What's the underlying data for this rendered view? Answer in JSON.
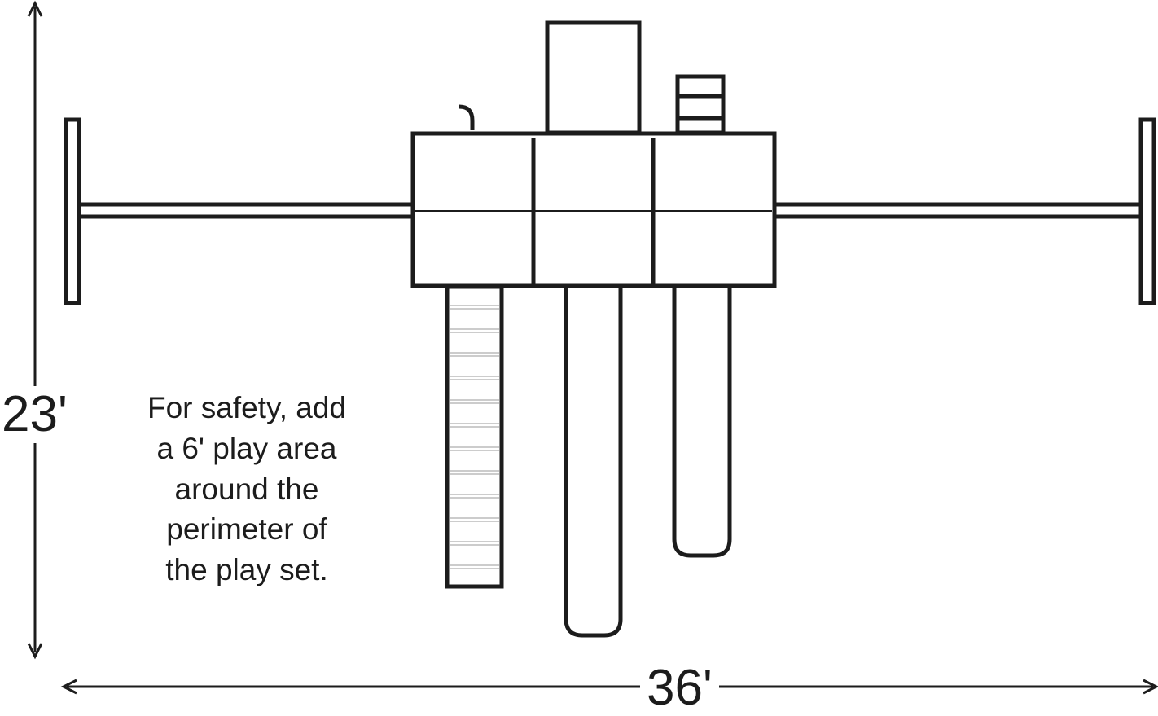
{
  "dimensions": {
    "height_label": "23'",
    "width_label": "36'"
  },
  "note": {
    "lines": [
      "For safety, add",
      "a 6' play area",
      "around the",
      "perimeter of",
      "the play set."
    ]
  },
  "colors": {
    "stroke": "#1c1c1c",
    "rung": "#bbbbbb",
    "background": "#ffffff"
  }
}
